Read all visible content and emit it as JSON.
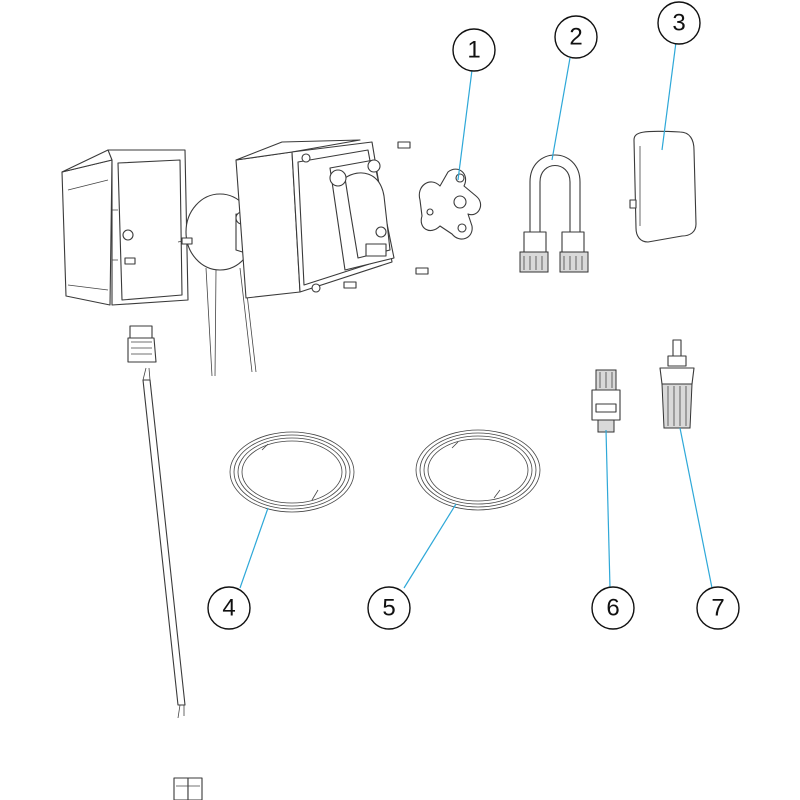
{
  "callouts": [
    {
      "id": "1",
      "label": "1"
    },
    {
      "id": "2",
      "label": "2"
    },
    {
      "id": "3",
      "label": "3"
    },
    {
      "id": "4",
      "label": "4"
    },
    {
      "id": "5",
      "label": "5"
    },
    {
      "id": "6",
      "label": "6"
    },
    {
      "id": "7",
      "label": "7"
    }
  ],
  "colors": {
    "leader": "#2ea8d8",
    "outline": "#3a3a3a",
    "background": "#ffffff"
  }
}
